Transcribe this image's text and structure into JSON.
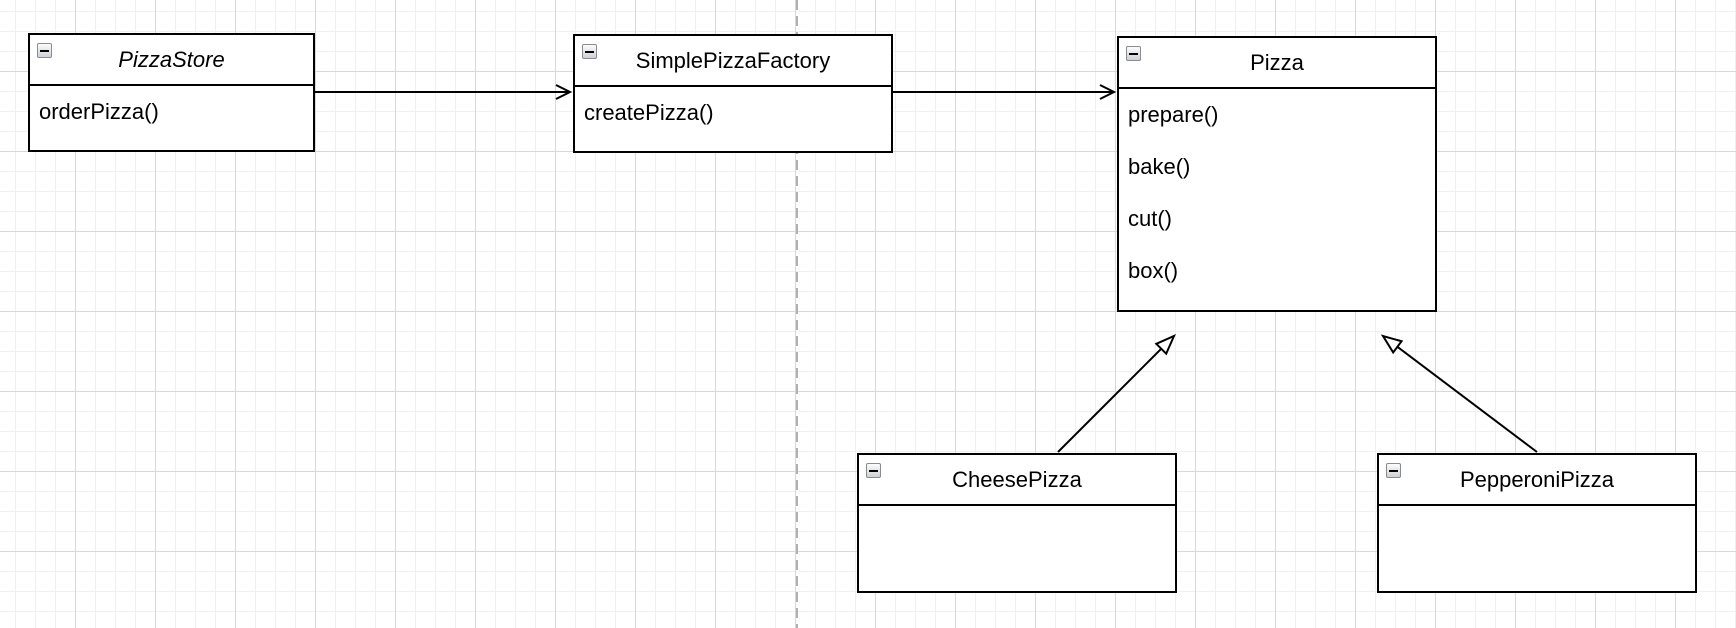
{
  "canvas": {
    "background_color": "#ffffff",
    "grid_minor_color": "#f0f0f0",
    "grid_major_color": "#d8d8d8",
    "page_divider_color": "#b0b0b0",
    "shape_stroke_color": "#000000",
    "text_color": "#000000"
  },
  "classes": {
    "pizza_store": {
      "name": "PizzaStore",
      "abstract": true,
      "methods": [
        "orderPizza()"
      ]
    },
    "simple_pizza_factory": {
      "name": "SimplePizzaFactory",
      "abstract": false,
      "methods": [
        "createPizza()"
      ]
    },
    "pizza": {
      "name": "Pizza",
      "abstract": false,
      "methods": [
        "prepare()",
        "bake()",
        "cut()",
        "box()"
      ]
    },
    "cheese_pizza": {
      "name": "CheesePizza",
      "abstract": false,
      "methods": []
    },
    "pepperoni_pizza": {
      "name": "PepperoniPizza",
      "abstract": false,
      "methods": []
    }
  },
  "connectors": [
    {
      "from": "PizzaStore",
      "to": "SimplePizzaFactory",
      "type": "directed-association",
      "arrowhead": "open"
    },
    {
      "from": "SimplePizzaFactory",
      "to": "Pizza",
      "type": "directed-association",
      "arrowhead": "open"
    },
    {
      "from": "CheesePizza",
      "to": "Pizza",
      "type": "generalization",
      "arrowhead": "hollow-triangle"
    },
    {
      "from": "PepperoniPizza",
      "to": "Pizza",
      "type": "generalization",
      "arrowhead": "hollow-triangle"
    }
  ],
  "collapse_icon": {
    "glyph": "minus",
    "meaning": "collapse-shape"
  }
}
